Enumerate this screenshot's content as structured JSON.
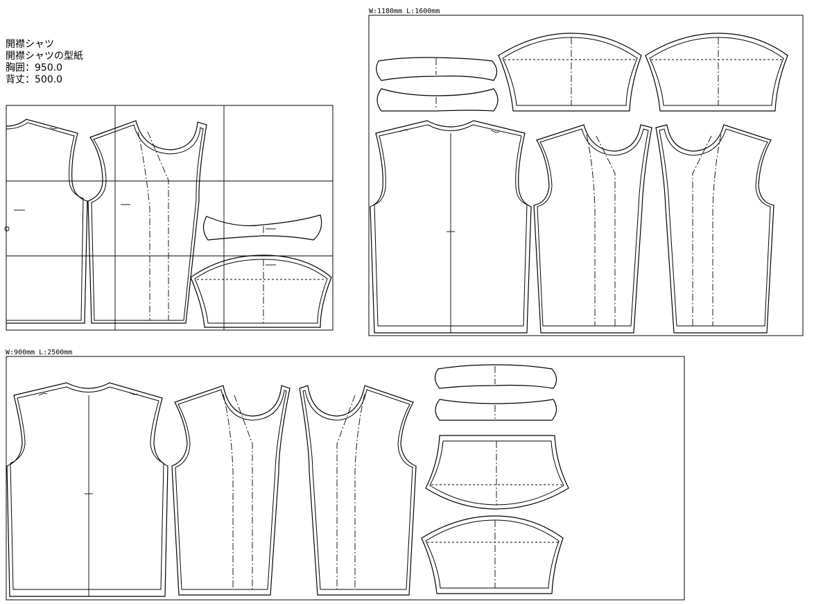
{
  "info": {
    "line1": "開襟シャツ",
    "line2": "開襟シャツの型紙",
    "line3": "胸囲：950.0",
    "line4": "背丈：500.0"
  },
  "sheets": {
    "top_right_label": "W:1180mm L:1600mm",
    "bottom_label": "W:900mm L:2500mm"
  }
}
